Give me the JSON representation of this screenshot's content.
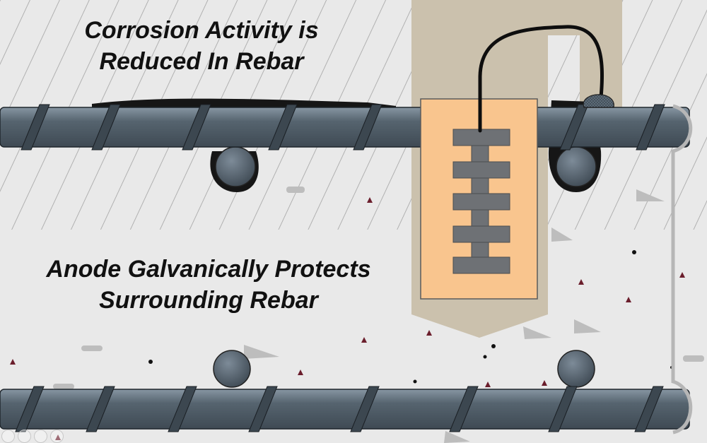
{
  "captions": {
    "top": [
      "Corrosion Activity is",
      "Reduced In Rebar"
    ],
    "bottom": [
      "Anode Galvanically Protects",
      "Surrounding Rebar"
    ]
  },
  "colors": {
    "concrete": "#e9e9e9",
    "old_concrete_hatch": "#9c9c9c",
    "repair_patch": "#cbc1ad",
    "anode_housing": "#f9c58e",
    "anode_metal": "#6e7175",
    "rebar": "#4d5a66",
    "corrosion_deposit": "#161616",
    "wire": "#0e0e0e"
  }
}
